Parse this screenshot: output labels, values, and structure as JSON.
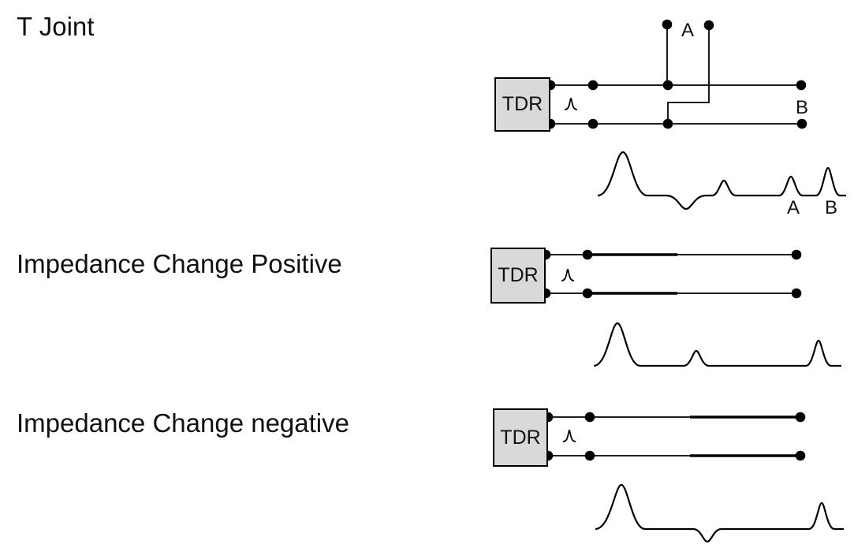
{
  "colors": {
    "ink": "#000000",
    "box_fill": "#d9d9d9",
    "background": "#ffffff"
  },
  "sections": [
    {
      "title": "T Joint",
      "tdr_label": "TDR",
      "circuit_labels": {
        "stub_a": "A",
        "end_b": "B"
      },
      "trace_labels": {
        "a": "A",
        "b": "B"
      },
      "icons": {
        "pulse": "launch-pulse-icon"
      },
      "trace_features": [
        "launch-pulse",
        "negative-dip-at-t-joint",
        "small-positive-bump",
        "stub-A-reflection",
        "end-B-reflection"
      ]
    },
    {
      "title": "Impedance Change Positive",
      "tdr_label": "TDR",
      "icons": {
        "pulse": "launch-pulse-icon"
      },
      "trace_features": [
        "launch-pulse",
        "positive-bump-at-impedance-step",
        "end-reflection"
      ]
    },
    {
      "title": "Impedance Change negative",
      "tdr_label": "TDR",
      "icons": {
        "pulse": "launch-pulse-icon"
      },
      "trace_features": [
        "launch-pulse",
        "negative-dip-at-impedance-step",
        "end-reflection"
      ]
    }
  ]
}
